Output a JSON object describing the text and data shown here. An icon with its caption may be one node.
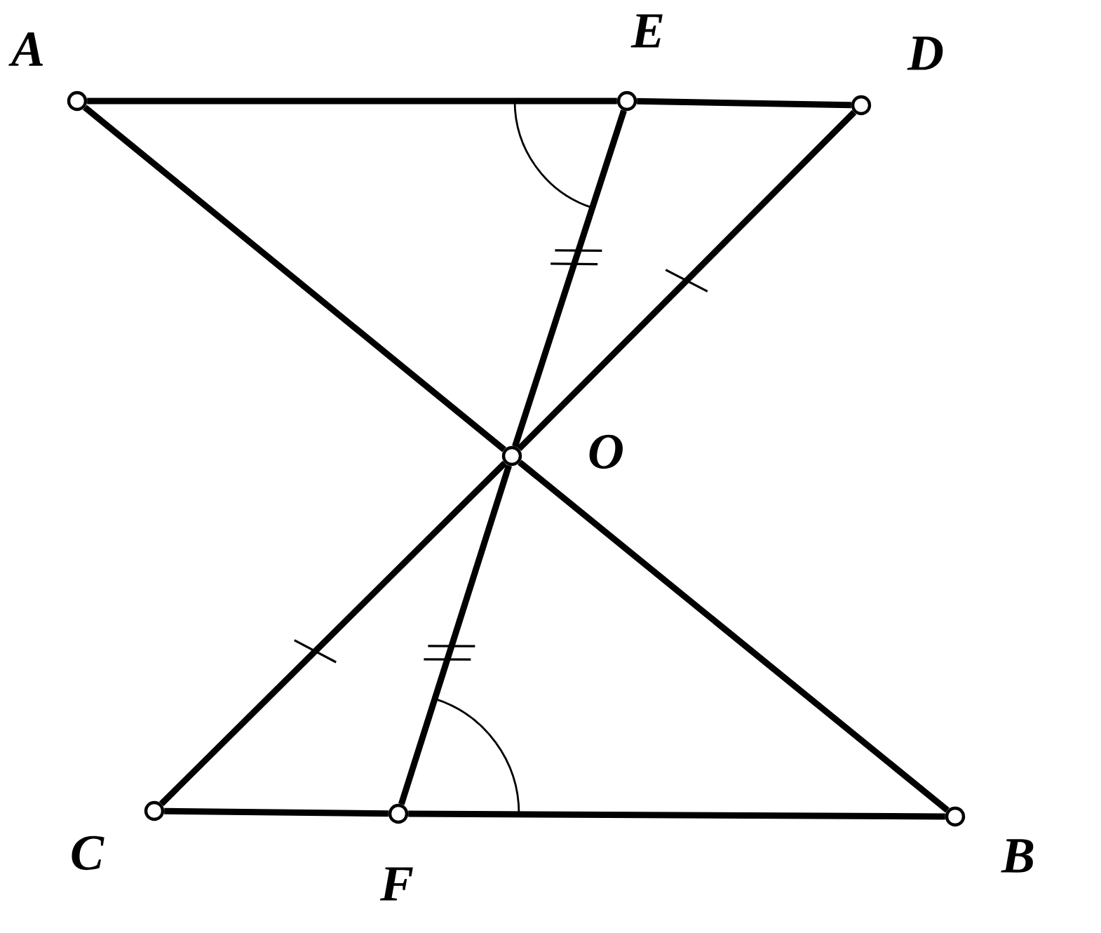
{
  "diagram": {
    "nodes": [
      {
        "text": [],
        "shape": "circle",
        "beside": [
          "A"
        ]
      },
      {
        "text": [],
        "shape": "circle",
        "beside": [
          "E"
        ]
      },
      {
        "text": [],
        "shape": "circle",
        "beside": [
          "D"
        ]
      },
      {
        "text": [],
        "shape": "circle",
        "beside": [
          "O"
        ]
      },
      {
        "text": [],
        "shape": "circle",
        "beside": [
          "C"
        ]
      },
      {
        "text": [],
        "shape": "circle",
        "beside": [
          "F"
        ]
      },
      {
        "text": [],
        "shape": "circle",
        "beside": [
          "B"
        ]
      }
    ],
    "edges": [
      {
        "from": 0,
        "to": 1,
        "arrow": "none"
      },
      {
        "from": 1,
        "to": 2,
        "arrow": "none"
      },
      {
        "from": 0,
        "to": 3,
        "arrow": "none"
      },
      {
        "from": 3,
        "to": 6,
        "arrow": "none"
      },
      {
        "from": 2,
        "to": 3,
        "arrow": "none"
      },
      {
        "from": 3,
        "to": 4,
        "arrow": "none"
      },
      {
        "from": 1,
        "to": 3,
        "arrow": "none"
      },
      {
        "from": 3,
        "to": 5,
        "arrow": "none"
      },
      {
        "from": 4,
        "to": 5,
        "arrow": "none"
      },
      {
        "from": 5,
        "to": 6,
        "arrow": "none"
      }
    ]
  }
}
